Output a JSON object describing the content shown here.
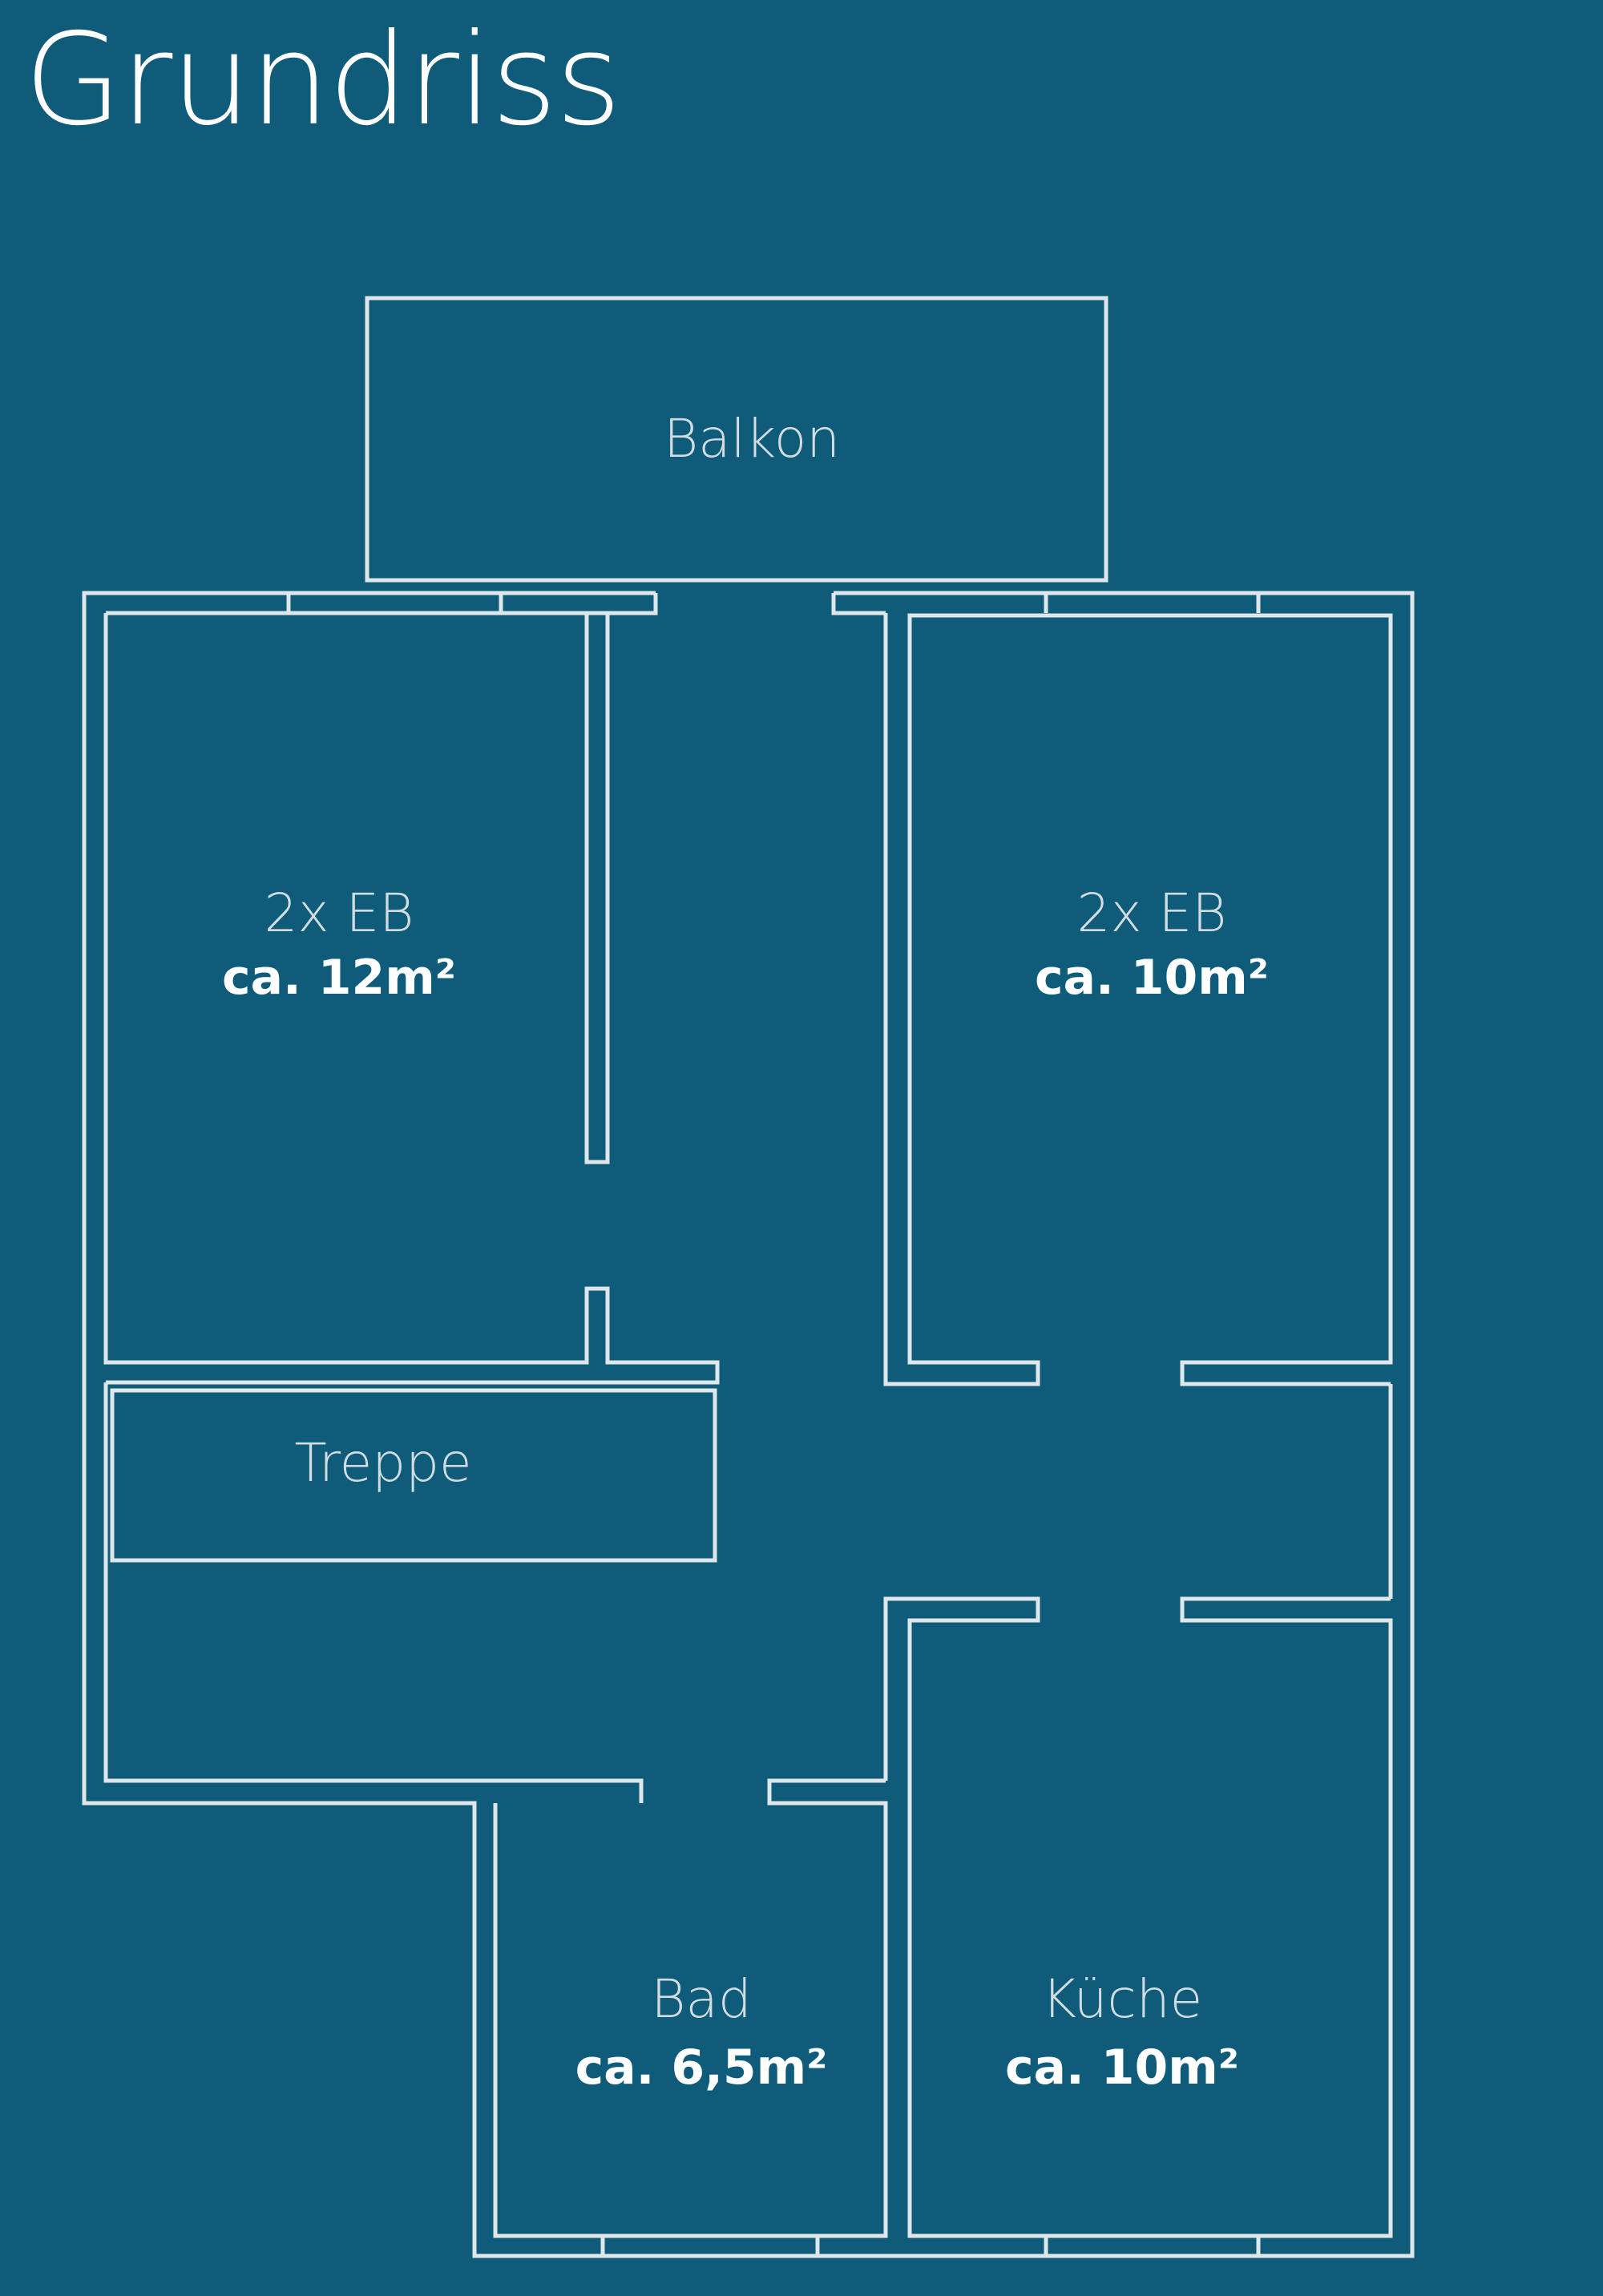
{
  "title": "Grundriss",
  "colors": {
    "background": "#0e5b7a",
    "walls": "#dfe7ea",
    "text": "#ffffff"
  },
  "rooms": {
    "balkon": {
      "name": "Balkon"
    },
    "zimmer_links": {
      "name": "2x EB",
      "area": "ca. 12m²"
    },
    "zimmer_rechts": {
      "name": "2x EB",
      "area": "ca. 10m²"
    },
    "treppe": {
      "name": "Treppe"
    },
    "bad": {
      "name": "Bad",
      "area": "ca. 6,5m²"
    },
    "kueche": {
      "name": "Küche",
      "area": "ca. 10m²"
    }
  }
}
